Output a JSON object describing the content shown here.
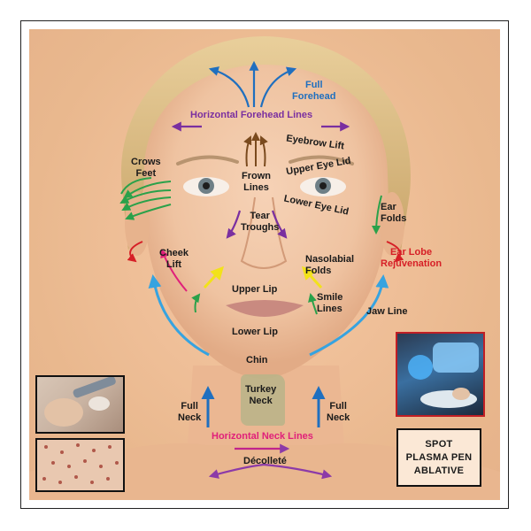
{
  "labels": {
    "full_forehead": "Full\nForehead",
    "horizontal_forehead_lines": "Horizontal Forehead Lines",
    "eyebrow_lift": "Eyebrow Lift",
    "upper_eye_lid": "Upper Eye Lid",
    "lower_eye_lid": "Lower Eye Lid",
    "crows_feet": "Crows\nFeet",
    "frown_lines": "Frown\nLines",
    "tear_troughs": "Tear\nTroughs",
    "ear_folds": "Ear\nFolds",
    "cheek_lift": "Cheek\nLift",
    "ear_lobe_rejuvenation": "Ear Lobe\nRejuvenation",
    "nasolabial_folds": "Nasolabial\nFolds",
    "upper_lip": "Upper Lip",
    "smile_lines": "Smile\nLines",
    "jaw_line": "Jaw Line",
    "lower_lip": "Lower Lip",
    "chin": "Chin",
    "turkey_neck": "Turkey\nNeck",
    "full_neck_left": "Full\nNeck",
    "full_neck_right": "Full\nNeck",
    "horizontal_neck_lines": "Horizontal Neck Lines",
    "decollete": "Décolleté"
  },
  "spot_box": {
    "line1": "SPOT",
    "line2": "PLASMA PEN",
    "line3": "ABLATIVE"
  },
  "colors": {
    "blue": "#1f6fbf",
    "purple": "#7a2fa0",
    "brown": "#7a4a1e",
    "green": "#2aa14a",
    "red": "#d61f26",
    "pink": "#e0207a",
    "yellow": "#f2e21a",
    "light_blue": "#36a3e0",
    "magenta": "#c0248c"
  }
}
